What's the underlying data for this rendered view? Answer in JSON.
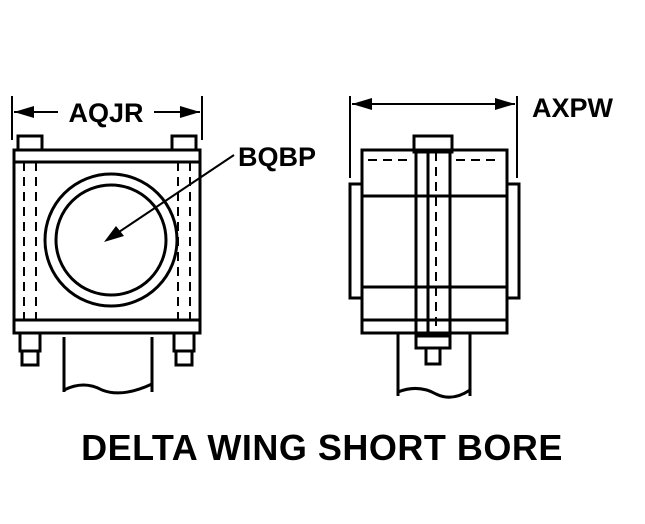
{
  "labels": {
    "width_dimension": "AQJR",
    "bore_dimension": "BQBP",
    "depth_dimension": "AXPW"
  },
  "caption": "DELTA WING SHORT BORE",
  "colors": {
    "ink": "#000000",
    "background": "#ffffff"
  }
}
